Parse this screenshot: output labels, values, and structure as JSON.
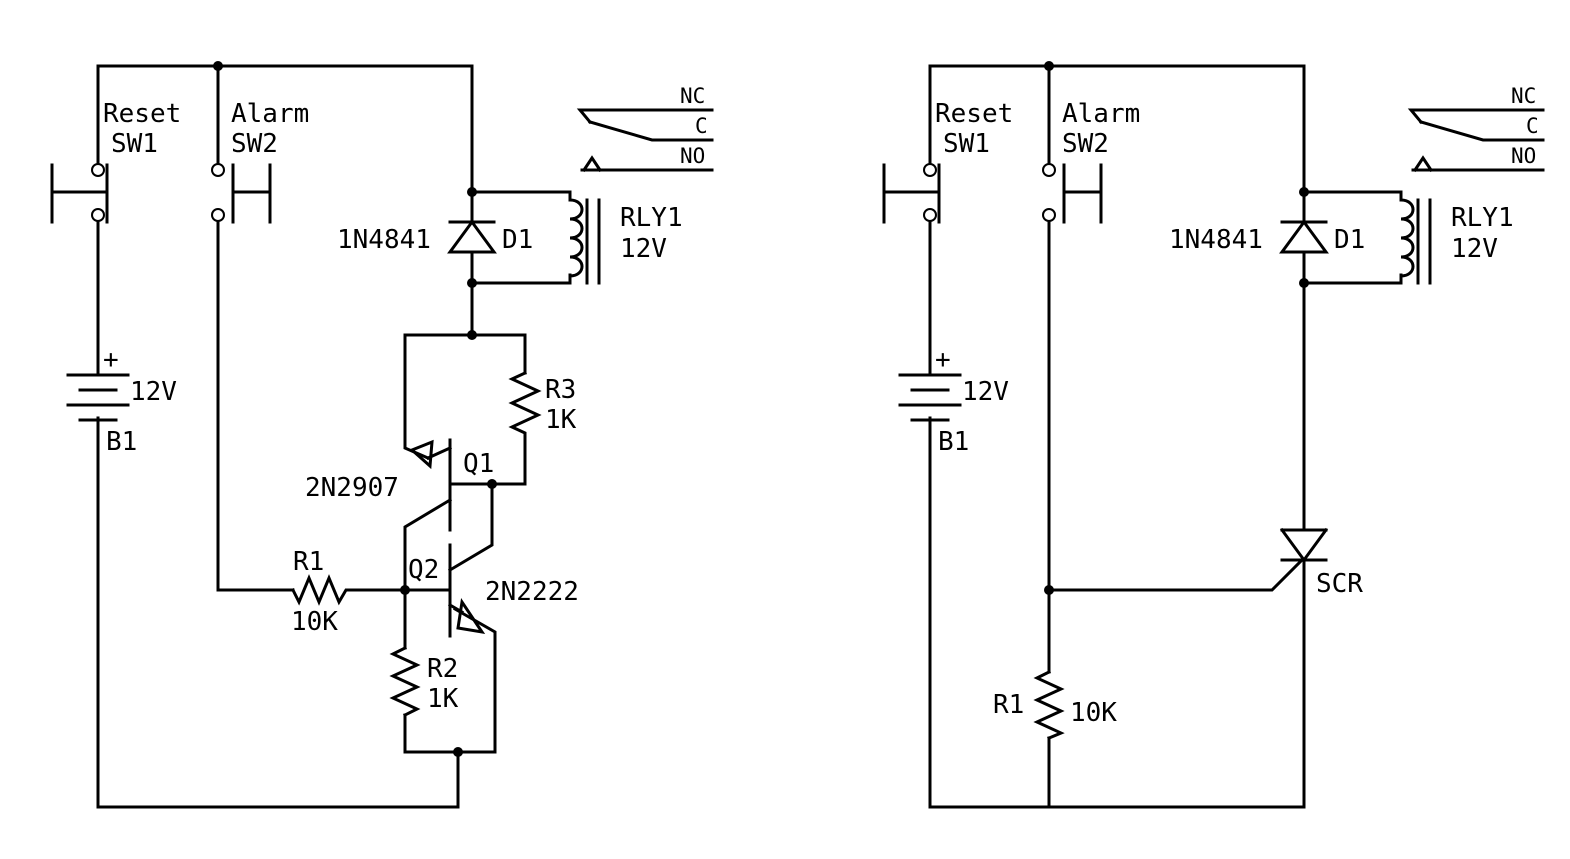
{
  "left_circuit": {
    "sw1": {
      "name": "Reset",
      "ref": "SW1"
    },
    "sw2": {
      "name": "Alarm",
      "ref": "SW2"
    },
    "battery": {
      "ref": "B1",
      "value": "12V",
      "plus": "+"
    },
    "diode": {
      "ref": "D1",
      "part": "1N4841"
    },
    "relay": {
      "ref": "RLY1",
      "value": "12V",
      "nc": "NC",
      "c": "C",
      "no": "NO"
    },
    "r1": {
      "ref": "R1",
      "value": "10K"
    },
    "r2": {
      "ref": "R2",
      "value": "1K"
    },
    "r3": {
      "ref": "R3",
      "value": "1K"
    },
    "q1": {
      "ref": "Q1",
      "part": "2N2907"
    },
    "q2": {
      "ref": "Q2",
      "part": "2N2222"
    }
  },
  "right_circuit": {
    "sw1": {
      "name": "Reset",
      "ref": "SW1"
    },
    "sw2": {
      "name": "Alarm",
      "ref": "SW2"
    },
    "battery": {
      "ref": "B1",
      "value": "12V",
      "plus": "+"
    },
    "diode": {
      "ref": "D1",
      "part": "1N4841"
    },
    "relay": {
      "ref": "RLY1",
      "value": "12V",
      "nc": "NC",
      "c": "C",
      "no": "NO"
    },
    "r1": {
      "ref": "R1",
      "value": "10K"
    },
    "scr": {
      "ref": "SCR"
    }
  }
}
